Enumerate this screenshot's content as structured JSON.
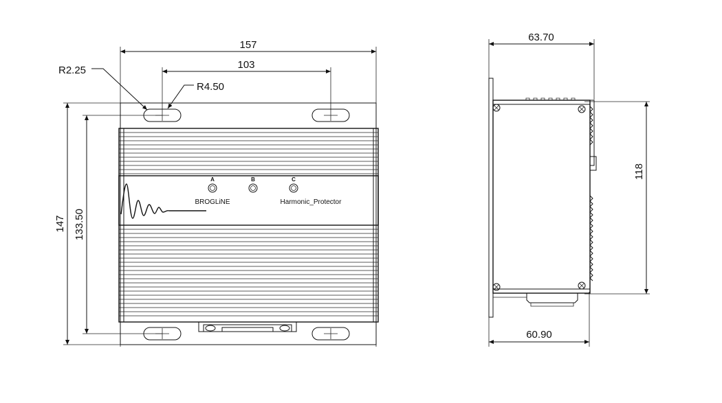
{
  "front_view": {
    "dim_width_total": "157",
    "dim_width_holes": "103",
    "dim_height_total": "147",
    "dim_height_holes": "133.50",
    "dim_radius_small": "R2.25",
    "dim_radius_large": "R4.50",
    "led_labels": [
      "A",
      "B",
      "C"
    ],
    "brand_label": "BROGLiNE",
    "product_label": "Harmonic_Protector"
  },
  "side_view": {
    "dim_depth_total": "63.70",
    "dim_depth_body": "60.90",
    "dim_height": "118"
  }
}
